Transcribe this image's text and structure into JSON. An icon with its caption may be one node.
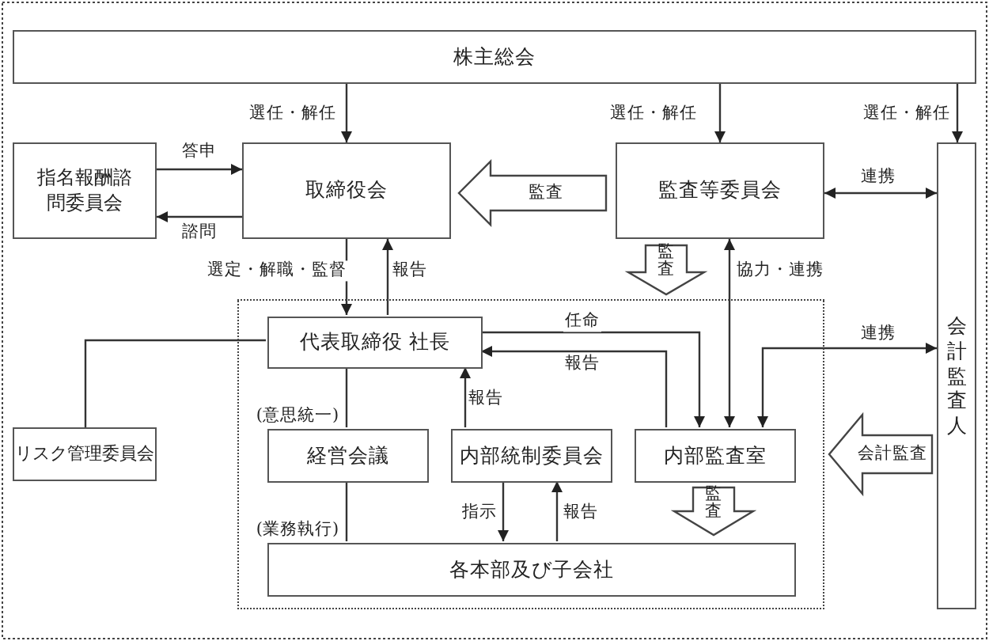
{
  "diagram": {
    "nodes": [
      {
        "text": [
          "株主総会"
        ]
      },
      {
        "text": [
          "指名報酬諮問委員会"
        ]
      },
      {
        "text": [
          "取締役会"
        ]
      },
      {
        "text": [
          "監査等委員会"
        ]
      },
      {
        "text": [
          "会計監査人"
        ]
      },
      {
        "text": [],
        "shape": "box"
      },
      {
        "text": [
          "代表取締役 社長"
        ],
        "in": 5
      },
      {
        "text": [
          "経営会議"
        ],
        "in": 5
      },
      {
        "text": [
          "内部統制委員会"
        ],
        "in": 5
      },
      {
        "text": [
          "内部監査室"
        ],
        "in": 5
      },
      {
        "text": [
          "各本部及び子会社"
        ],
        "in": 5
      },
      {
        "text": [
          "リスク管理委員会"
        ]
      }
    ],
    "edges": [
      {
        "from": 0,
        "to": 2,
        "arrow": "to",
        "label": "選任・解任"
      },
      {
        "from": 0,
        "to": 3,
        "arrow": "to",
        "label": "選任・解任"
      },
      {
        "from": 0,
        "to": 4,
        "arrow": "to",
        "label": "選任・解任"
      },
      {
        "from": 1,
        "to": 2,
        "arrow": "to",
        "label": "答申"
      },
      {
        "from": 2,
        "to": 1,
        "arrow": "to",
        "label": "諮問"
      },
      {
        "from": 3,
        "to": 2,
        "arrow": "to",
        "label": "監査",
        "style": "thick"
      },
      {
        "from": 3,
        "to": 4,
        "arrow": "both",
        "label": "連携"
      },
      {
        "from": 2,
        "to": 6,
        "arrow": "to",
        "label": "選定・解職・監督"
      },
      {
        "from": 6,
        "to": 2,
        "arrow": "to",
        "label": "報告"
      },
      {
        "from": 3,
        "to": 5,
        "arrow": "to",
        "label": "監査",
        "style": "thick"
      },
      {
        "from": 3,
        "to": 9,
        "arrow": "both",
        "label": "協力・連携"
      },
      {
        "from": 6,
        "to": 9,
        "arrow": "to",
        "label": "任命"
      },
      {
        "from": 9,
        "to": 6,
        "arrow": "to",
        "label": "報告"
      },
      {
        "from": 4,
        "to": 9,
        "arrow": "both",
        "label": "連携"
      },
      {
        "from": 8,
        "to": 6,
        "arrow": "to",
        "label": "報告"
      },
      {
        "from": 6,
        "to": 7,
        "arrow": "none",
        "label": "(意思統一)"
      },
      {
        "from": 7,
        "to": 10,
        "arrow": "none",
        "label": "(業務執行)"
      },
      {
        "from": 8,
        "to": 10,
        "arrow": "to",
        "label": "指示"
      },
      {
        "from": 10,
        "to": 8,
        "arrow": "to",
        "label": "報告"
      },
      {
        "from": 9,
        "to": 10,
        "arrow": "to",
        "label": "監査",
        "style": "thick"
      },
      {
        "from": 4,
        "to": 5,
        "arrow": "to",
        "label": "会計監査",
        "style": "thick"
      },
      {
        "from": 6,
        "to": 11,
        "arrow": "none"
      }
    ]
  }
}
